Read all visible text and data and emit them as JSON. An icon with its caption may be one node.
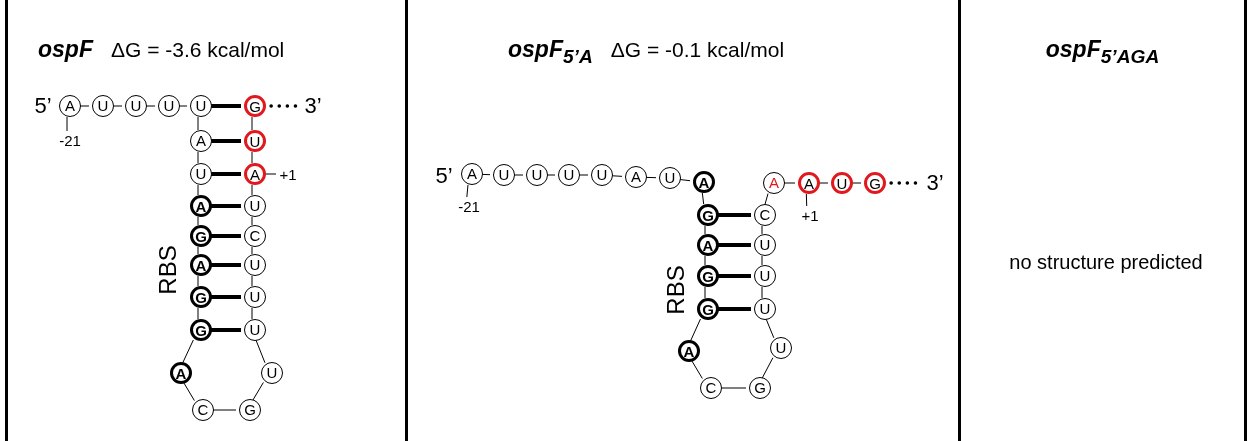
{
  "diagram": {
    "nodes": [
      {
        "text": [
          "ospF",
          "ΔG = -3.6 kcal/mol"
        ]
      },
      {
        "text": [
          "A"
        ],
        "in": 0
      },
      {
        "text": [
          "U"
        ],
        "in": 0
      },
      {
        "text": [
          "U"
        ],
        "in": 0
      },
      {
        "text": [
          "U"
        ],
        "in": 0
      },
      {
        "text": [
          "U"
        ],
        "in": 0
      },
      {
        "text": [
          "A"
        ],
        "in": 0
      },
      {
        "text": [
          "U"
        ],
        "in": 0
      },
      {
        "text": [
          "A"
        ],
        "in": 0
      },
      {
        "text": [
          "G"
        ],
        "in": 0
      },
      {
        "text": [
          "A"
        ],
        "in": 0
      },
      {
        "text": [
          "G"
        ],
        "in": 0
      },
      {
        "text": [
          "G"
        ],
        "in": 0
      },
      {
        "text": [
          "A"
        ],
        "in": 0
      },
      {
        "text": [
          "C"
        ],
        "in": 0
      },
      {
        "text": [
          "G"
        ],
        "in": 0
      },
      {
        "text": [
          "U"
        ],
        "in": 0
      },
      {
        "text": [
          "U"
        ],
        "in": 0
      },
      {
        "text": [
          "U"
        ],
        "in": 0
      },
      {
        "text": [
          "U"
        ],
        "in": 0
      },
      {
        "text": [
          "C"
        ],
        "in": 0
      },
      {
        "text": [
          "U"
        ],
        "in": 0
      },
      {
        "text": [
          "A"
        ],
        "in": 0
      },
      {
        "text": [
          "U"
        ],
        "in": 0
      },
      {
        "text": [
          "G"
        ],
        "in": 0
      },
      {
        "text": [
          "-21"
        ],
        "in": 0
      },
      {
        "text": [
          "+1"
        ],
        "in": 0
      },
      {
        "text": [
          "3’"
        ],
        "in": 0
      },
      {
        "text": [
          "ospF$_{5’A}$",
          "ΔG = -0.1 kcal/mol"
        ]
      },
      {
        "text": [
          "A"
        ],
        "in": 28
      },
      {
        "text": [
          "U"
        ],
        "in": 28
      },
      {
        "text": [
          "U"
        ],
        "in": 28
      },
      {
        "text": [
          "U"
        ],
        "in": 28
      },
      {
        "text": [
          "U"
        ],
        "in": 28
      },
      {
        "text": [
          "A"
        ],
        "in": 28
      },
      {
        "text": [
          "U"
        ],
        "in": 28
      },
      {
        "text": [
          "A"
        ],
        "in": 28
      },
      {
        "text": [
          "G"
        ],
        "in": 28
      },
      {
        "text": [
          "A"
        ],
        "in": 28
      },
      {
        "text": [
          "G"
        ],
        "in": 28
      },
      {
        "text": [
          "G"
        ],
        "in": 28
      },
      {
        "text": [
          "A"
        ],
        "in": 28
      },
      {
        "text": [
          "C"
        ],
        "in": 28
      },
      {
        "text": [
          "G"
        ],
        "in": 28
      },
      {
        "text": [
          "U"
        ],
        "in": 28
      },
      {
        "text": [
          "U"
        ],
        "in": 28
      },
      {
        "text": [
          "U"
        ],
        "in": 28
      },
      {
        "text": [
          "U"
        ],
        "in": 28
      },
      {
        "text": [
          "C"
        ],
        "in": 28
      },
      {
        "text": [
          "A"
        ],
        "in": 28
      },
      {
        "text": [
          "A"
        ],
        "in": 28
      },
      {
        "text": [
          "U"
        ],
        "in": 28
      },
      {
        "text": [
          "G"
        ],
        "in": 28
      },
      {
        "text": [
          "-21"
        ],
        "in": 28
      },
      {
        "text": [
          "+1"
        ],
        "in": 28
      },
      {
        "text": [
          "3’"
        ],
        "in": 28
      },
      {
        "text": [
          "ospF$_{5’AGA}$",
          "no structure predicted"
        ]
      }
    ],
    "edges": [
      {
        "from": 1,
        "to": 2,
        "arrow": "none"
      },
      {
        "from": 2,
        "to": 3,
        "arrow": "none"
      },
      {
        "from": 3,
        "to": 4,
        "arrow": "none"
      },
      {
        "from": 4,
        "to": 5,
        "arrow": "none"
      },
      {
        "from": 5,
        "to": 6,
        "arrow": "none"
      },
      {
        "from": 6,
        "to": 7,
        "arrow": "none"
      },
      {
        "from": 7,
        "to": 8,
        "arrow": "none"
      },
      {
        "from": 8,
        "to": 9,
        "arrow": "none"
      },
      {
        "from": 9,
        "to": 10,
        "arrow": "none"
      },
      {
        "from": 10,
        "to": 11,
        "arrow": "none"
      },
      {
        "from": 11,
        "to": 12,
        "arrow": "none"
      },
      {
        "from": 12,
        "to": 13,
        "arrow": "none"
      },
      {
        "from": 13,
        "to": 14,
        "arrow": "none"
      },
      {
        "from": 14,
        "to": 15,
        "arrow": "none"
      },
      {
        "from": 15,
        "to": 16,
        "arrow": "none"
      },
      {
        "from": 16,
        "to": 17,
        "arrow": "none"
      },
      {
        "from": 17,
        "to": 18,
        "arrow": "none"
      },
      {
        "from": 18,
        "to": 19,
        "arrow": "none"
      },
      {
        "from": 19,
        "to": 20,
        "arrow": "none"
      },
      {
        "from": 20,
        "to": 21,
        "arrow": "none"
      },
      {
        "from": 21,
        "to": 22,
        "arrow": "none"
      },
      {
        "from": 22,
        "to": 23,
        "arrow": "none"
      },
      {
        "from": 23,
        "to": 24,
        "arrow": "none"
      },
      {
        "from": 5,
        "to": 24,
        "arrow": "none",
        "style": "thick"
      },
      {
        "from": 6,
        "to": 23,
        "arrow": "none",
        "style": "thick"
      },
      {
        "from": 7,
        "to": 22,
        "arrow": "none",
        "style": "thick"
      },
      {
        "from": 8,
        "to": 21,
        "arrow": "none",
        "style": "thick"
      },
      {
        "from": 9,
        "to": 20,
        "arrow": "none",
        "style": "thick"
      },
      {
        "from": 10,
        "to": 19,
        "arrow": "none",
        "style": "thick"
      },
      {
        "from": 11,
        "to": 18,
        "arrow": "none",
        "style": "thick"
      },
      {
        "from": 12,
        "to": 17,
        "arrow": "none",
        "style": "thick"
      },
      {
        "from": 25,
        "to": 1,
        "arrow": "none"
      },
      {
        "from": 26,
        "to": 22,
        "arrow": "none"
      },
      {
        "from": 24,
        "to": 27,
        "arrow": "none",
        "style": "dashed"
      },
      {
        "from": 29,
        "to": 30,
        "arrow": "none"
      },
      {
        "from": 30,
        "to": 31,
        "arrow": "none"
      },
      {
        "from": 31,
        "to": 32,
        "arrow": "none"
      },
      {
        "from": 32,
        "to": 33,
        "arrow": "none"
      },
      {
        "from": 33,
        "to": 34,
        "arrow": "none"
      },
      {
        "from": 34,
        "to": 35,
        "arrow": "none"
      },
      {
        "from": 35,
        "to": 36,
        "arrow": "none"
      },
      {
        "from": 36,
        "to": 37,
        "arrow": "none"
      },
      {
        "from": 37,
        "to": 38,
        "arrow": "none"
      },
      {
        "from": 38,
        "to": 39,
        "arrow": "none"
      },
      {
        "from": 39,
        "to": 40,
        "arrow": "none"
      },
      {
        "from": 40,
        "to": 41,
        "arrow": "none"
      },
      {
        "from": 41,
        "to": 42,
        "arrow": "none"
      },
      {
        "from": 42,
        "to": 43,
        "arrow": "none"
      },
      {
        "from": 43,
        "to": 44,
        "arrow": "none"
      },
      {
        "from": 44,
        "to": 45,
        "arrow": "none"
      },
      {
        "from": 45,
        "to": 46,
        "arrow": "none"
      },
      {
        "from": 46,
        "to": 47,
        "arrow": "none"
      },
      {
        "from": 47,
        "to": 48,
        "arrow": "none"
      },
      {
        "from": 48,
        "to": 49,
        "arrow": "none"
      },
      {
        "from": 49,
        "to": 50,
        "arrow": "none"
      },
      {
        "from": 50,
        "to": 51,
        "arrow": "none"
      },
      {
        "from": 51,
        "to": 52,
        "arrow": "none"
      },
      {
        "from": 37,
        "to": 48,
        "arrow": "none",
        "style": "thick"
      },
      {
        "from": 38,
        "to": 47,
        "arrow": "none",
        "style": "thick"
      },
      {
        "from": 39,
        "to": 46,
        "arrow": "none",
        "style": "thick"
      },
      {
        "from": 40,
        "to": 45,
        "arrow": "none",
        "style": "thick"
      },
      {
        "from": 53,
        "to": 29,
        "arrow": "none"
      },
      {
        "from": 54,
        "to": 50,
        "arrow": "none"
      },
      {
        "from": 52,
        "to": 55,
        "arrow": "none",
        "style": "dashed"
      }
    ],
    "labels": [
      "5’",
      "RBS",
      "5’",
      "RBS"
    ]
  }
}
